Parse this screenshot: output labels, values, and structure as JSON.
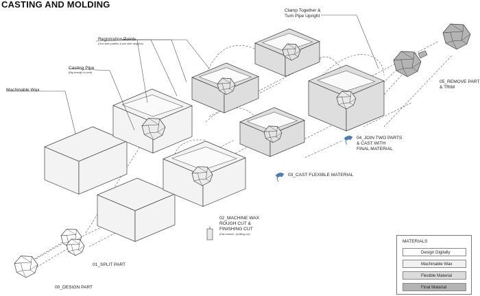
{
  "title": "CASTING AND MOLDING",
  "labels": {
    "registration_points": "Registration Points",
    "registration_note": "(One side positive & one side negative)",
    "casting_pipe": "Casting Pipe",
    "casting_pipe_note": "(Big enough to vent)",
    "machinable_wax": "Machinable Wax",
    "clamp_line1": "Clamp Together &",
    "clamp_line2": "Turn Pipe Upright",
    "step00": "00_DESIGN PART",
    "step01": "01_SPLIT PART",
    "step02_line1": "02_MACHINE WAX",
    "step02_line2": "ROUGH CUT &",
    "step02_line3": "FINISHING CUT",
    "step02_note": "(Flat endmill · profiling cut)",
    "step03": "03_CAST FLEXIBLE MATERIAL",
    "step04_line1": "04_JOIN TWO PARTS",
    "step04_line2": "& CAST WITH",
    "step04_line3": "FINAL MATERIAL",
    "step05_line1": "05_REMOVE PART",
    "step05_line2": "& TRIM"
  },
  "legend": {
    "title": "MATERIALS",
    "items": [
      {
        "label": "Design Digitally",
        "color": "#ffffff"
      },
      {
        "label": "Machinable Wax",
        "color": "#f1f1f1"
      },
      {
        "label": "Flexible Material",
        "color": "#dcdcdc"
      },
      {
        "label": "Final Material",
        "color": "#b4b4b4"
      }
    ]
  },
  "colors": {
    "stroke": "#3a3a3a",
    "wax": "#f3f3f3",
    "flexible": "#dedede",
    "final": "#b4b4b4",
    "accent_pour": "#4a7fb5"
  }
}
